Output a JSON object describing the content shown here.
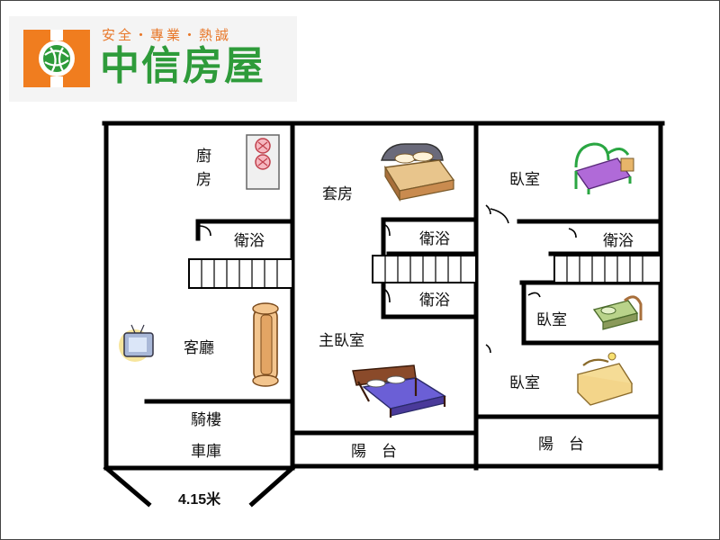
{
  "brand": {
    "slogan": "安全・專業・熱誠",
    "name": "中信房屋",
    "colors": {
      "orange": "#f07d1f",
      "green": "#2e9b3a"
    }
  },
  "rooms": {
    "kitchen_line1": "廚",
    "kitchen_line2": "房",
    "bath_left": "衛浴",
    "living": "客廳",
    "arcade": "騎樓",
    "garage": "車庫",
    "suite": "套房",
    "bath_mid_top": "衛浴",
    "bath_mid_bottom": "衛浴",
    "master_bedroom": "主臥室",
    "balcony_mid": "陽　台",
    "bedroom_top": "臥室",
    "bath_right": "衛浴",
    "bedroom_mid": "臥室",
    "bedroom_bottom": "臥室",
    "balcony_right": "陽　台"
  },
  "dimension": "4.15米",
  "icons": [
    "logo-house-globe-icon",
    "stove-icon",
    "bed-icon",
    "tv-icon",
    "sofa-icon"
  ]
}
